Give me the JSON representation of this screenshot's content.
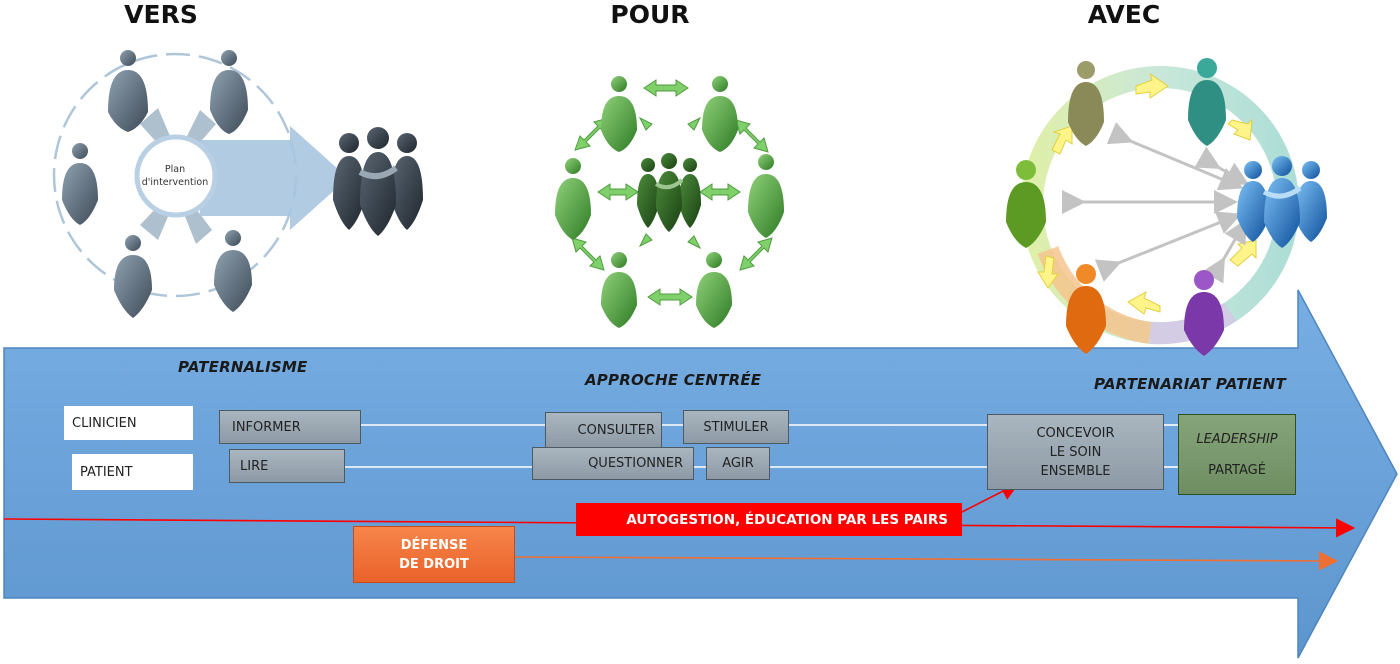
{
  "headings": {
    "vers": "VERS",
    "pour": "POUR",
    "avec": "AVEC"
  },
  "phases": {
    "paternalism": "PATERNALISME",
    "centered": "APPROCHE CENTRÉE",
    "partnership": "PARTENARIAT PATIENT"
  },
  "roles": {
    "clinician": "CLINICIEN",
    "patient": "PATIENT"
  },
  "actions": {
    "inform": "INFORMER",
    "read": "LIRE",
    "consult": "CONSULTER",
    "stimulate": "STIMULER",
    "question": "QUESTIONNER",
    "act": "AGIR",
    "design_line1": "CONCEVOIR",
    "design_line2": "LE SOIN",
    "design_line3": "ENSEMBLE",
    "leadership": "LEADERSHIP",
    "shared": "PARTAGÉ"
  },
  "streams": {
    "self_management": "AUTOGESTION, ÉDUCATION PAR LES PAIRS",
    "advocacy_line1": "DÉFENSE",
    "advocacy_line2": "DE DROIT"
  },
  "vers_diagram": {
    "plan_line1": "Plan",
    "plan_line2": "d'intervention"
  },
  "colors": {
    "arrow": "#6fa6dc",
    "arrow_edge": "#4f86bf",
    "red": "#ff0000",
    "orange": "#ee6f33",
    "vers_figures": "#566573",
    "pour_figures": "#4a9a3a",
    "patient_blue": "#1d6fc4"
  }
}
